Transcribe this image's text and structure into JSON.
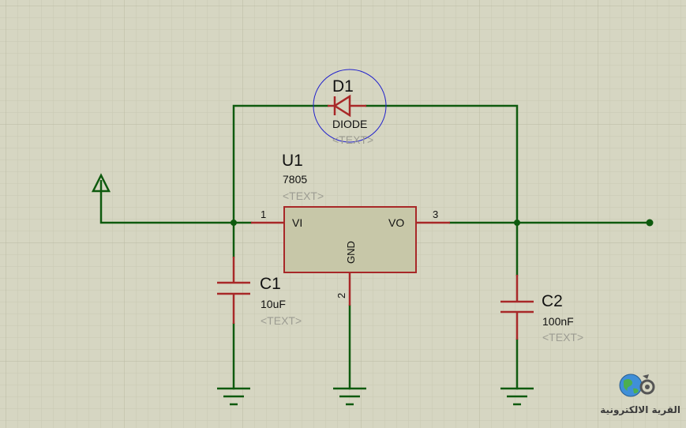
{
  "colors": {
    "background": "#d6d6c2",
    "grid_minor": "#c8c8b2",
    "grid_major": "#b9b9a3",
    "wire": "#0e5a0e",
    "pin": "#a82828",
    "body_fill": "#c7c7a8",
    "body_stroke": "#a82828",
    "text": "#111111",
    "hidden_text": "#9c9c92",
    "selection": "#2222cc"
  },
  "components": {
    "d1": {
      "ref": "D1",
      "value": "DIODE",
      "text": "<TEXT>"
    },
    "u1": {
      "ref": "U1",
      "value": "7805",
      "text": "<TEXT>",
      "pin_vi": "VI",
      "pin_vo": "VO",
      "pin_gnd": "GND",
      "pin_num_vi": "1",
      "pin_num_vo": "3",
      "pin_num_gnd": "2"
    },
    "c1": {
      "ref": "C1",
      "value": "10uF",
      "text": "<TEXT>"
    },
    "c2": {
      "ref": "C2",
      "value": "100nF",
      "text": "<TEXT>"
    }
  },
  "terminals": {
    "input": "power-terminal",
    "output": "output-terminal",
    "grounds": [
      "ground-c1",
      "ground-u1",
      "ground-c2"
    ]
  },
  "watermark": {
    "text": "القرية الالكترونية",
    "icon": "globe-gear-icon"
  }
}
